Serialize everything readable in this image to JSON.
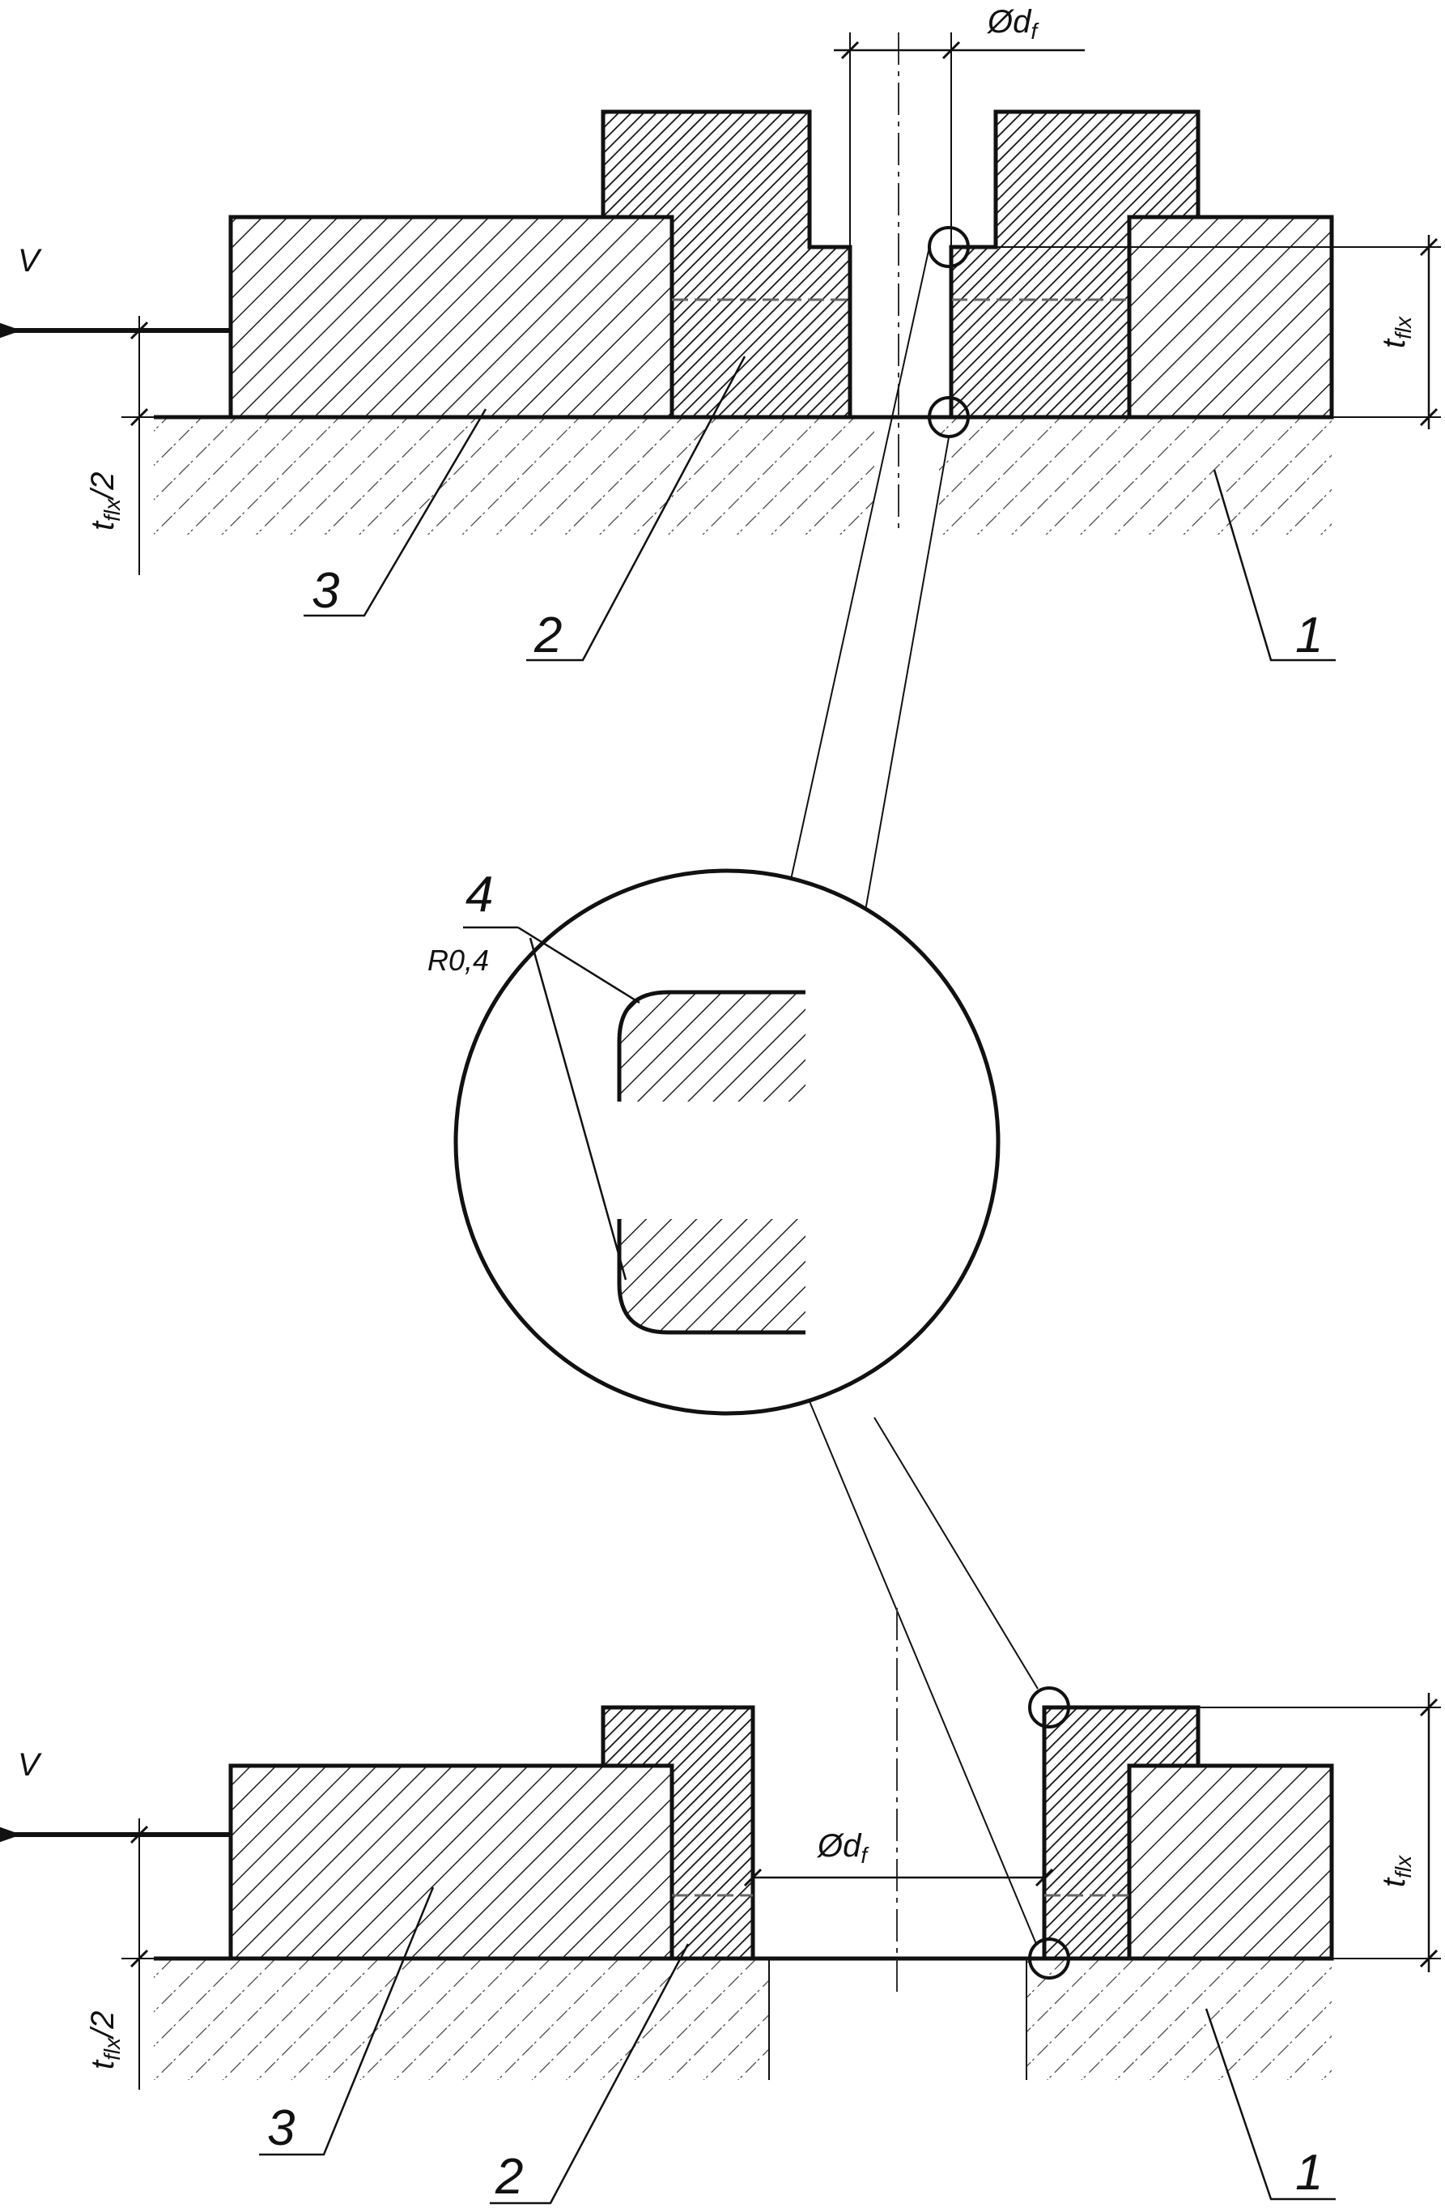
{
  "figure": {
    "top_view": {
      "velocity_label": "V",
      "diameter_label": "Ød",
      "diameter_sub": "f",
      "thickness_label": "t",
      "thickness_sub": "flx",
      "half_thickness_label": "t",
      "half_thickness_sub": "flx",
      "half_thickness_suffix": "/2",
      "callouts": [
        "3",
        "2",
        "1"
      ]
    },
    "detail_view": {
      "callout": "4",
      "radius_label": "R0,4"
    },
    "bottom_view": {
      "velocity_label": "V",
      "diameter_label": "Ød",
      "diameter_sub": "f",
      "thickness_label": "t",
      "thickness_sub": "flx",
      "half_thickness_label": "t",
      "half_thickness_sub": "flx",
      "half_thickness_suffix": "/2",
      "callouts": [
        "3",
        "2",
        "1"
      ]
    }
  }
}
